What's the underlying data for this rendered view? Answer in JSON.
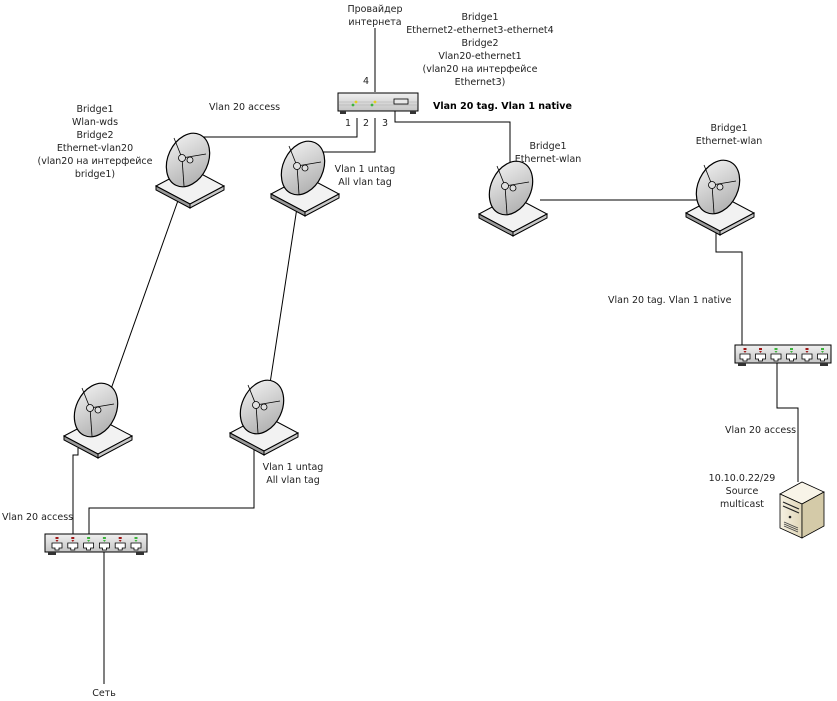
{
  "labels": {
    "provider": "Провайдер\nинтернета",
    "main_router_config": "Bridge1\nEthernet2-ethernet3-ethernet4\nBridge2\nVlan20-ethernet1\n(vlan20 на интерфейсе\nEthernet3)",
    "port_4": "4",
    "port_1": "1",
    "port_2": "2",
    "port_3": "3",
    "port3_mode": "Vlan 20 tag. Vlan 1 native",
    "port1_mode": "Vlan 20 access",
    "ap_left_config": "Bridge1\nWlan-wds\nBridge2\nEthernet-vlan20\n(vlan20 на интерфейсе\nbridge1)",
    "ap_mid_mode": "Vlan 1 untag\nAll vlan tag",
    "ap_right1_config": "Bridge1\nEthernet-wlan",
    "ap_right2_config": "Bridge1\nEthernet-wlan",
    "right_switch_uplink_mode": "Vlan 20 tag. Vlan 1 native",
    "server_link_mode": "Vlan 20 access",
    "server_info": "10.10.0.22/29\nSource\nmulticast",
    "bottom_ap_mode": "Vlan 1 untag\nAll vlan tag",
    "left_switch_mode": "Vlan 20 access",
    "network": "Сеть"
  },
  "devices": [
    {
      "id": "main-router",
      "type": "router"
    },
    {
      "id": "ap-top-left",
      "type": "wireless-antenna"
    },
    {
      "id": "ap-top-mid",
      "type": "wireless-antenna"
    },
    {
      "id": "ap-right-1",
      "type": "wireless-antenna"
    },
    {
      "id": "ap-right-2",
      "type": "wireless-antenna"
    },
    {
      "id": "ap-bottom-left",
      "type": "wireless-antenna"
    },
    {
      "id": "ap-bottom-mid",
      "type": "wireless-antenna"
    },
    {
      "id": "switch-right",
      "type": "switch",
      "port_leds": [
        "red",
        "red",
        "green",
        "green",
        "red",
        "green"
      ]
    },
    {
      "id": "switch-left",
      "type": "switch",
      "port_leds": [
        "red",
        "red",
        "green",
        "green",
        "red",
        "green"
      ]
    },
    {
      "id": "server-multicast",
      "type": "server"
    }
  ],
  "colors": {
    "line": "#000000",
    "led_red": "#a01818",
    "led_green": "#3cb43c",
    "led_yellow": "#e0d020",
    "device_gray": "#d8d8d8",
    "server_beige": "#ece4cc"
  }
}
